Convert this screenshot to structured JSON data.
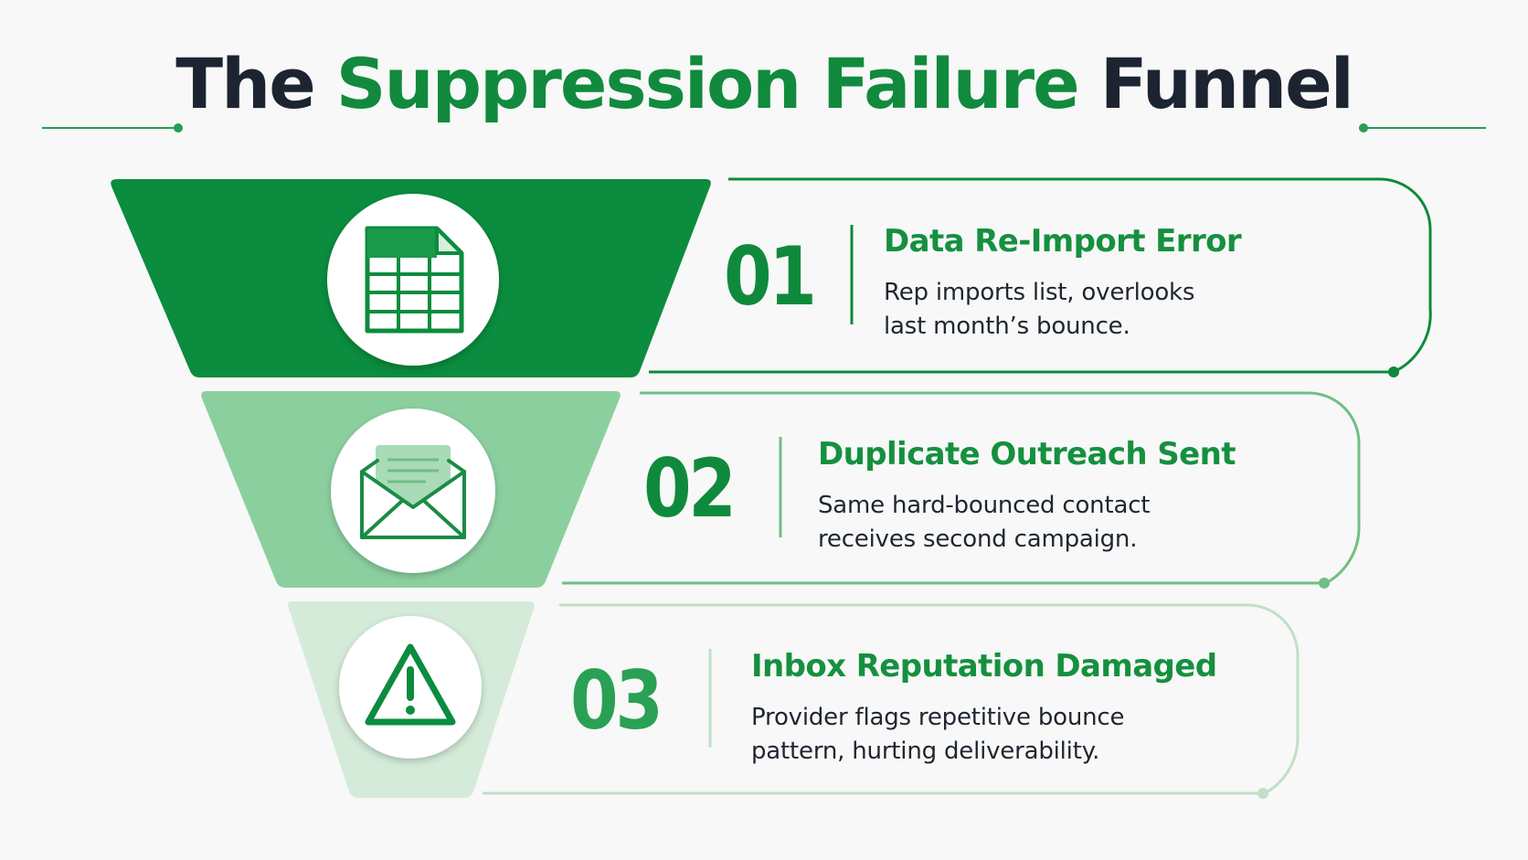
{
  "title": {
    "part1": "The",
    "part2": "Suppression Failure",
    "part3": "Funnel"
  },
  "colors": {
    "accent": "#118a3e",
    "dark_text": "#1d2431",
    "stage1": "#0b8c3e",
    "stage2": "#8ccf9f",
    "stage3": "#d4ebd9"
  },
  "steps": [
    {
      "number": "01",
      "title": "Data Re-Import Error",
      "desc_line1": "Rep imports list, overlooks",
      "desc_line2": "last month’s bounce.",
      "icon": "spreadsheet-icon"
    },
    {
      "number": "02",
      "title": "Duplicate Outreach Sent",
      "desc_line1": "Same hard-bounced contact",
      "desc_line2": "receives second campaign.",
      "icon": "envelope-icon"
    },
    {
      "number": "03",
      "title": "Inbox Reputation Damaged",
      "desc_line1": "Provider flags repetitive bounce",
      "desc_line2": "pattern, hurting deliverability.",
      "icon": "warning-icon"
    }
  ]
}
